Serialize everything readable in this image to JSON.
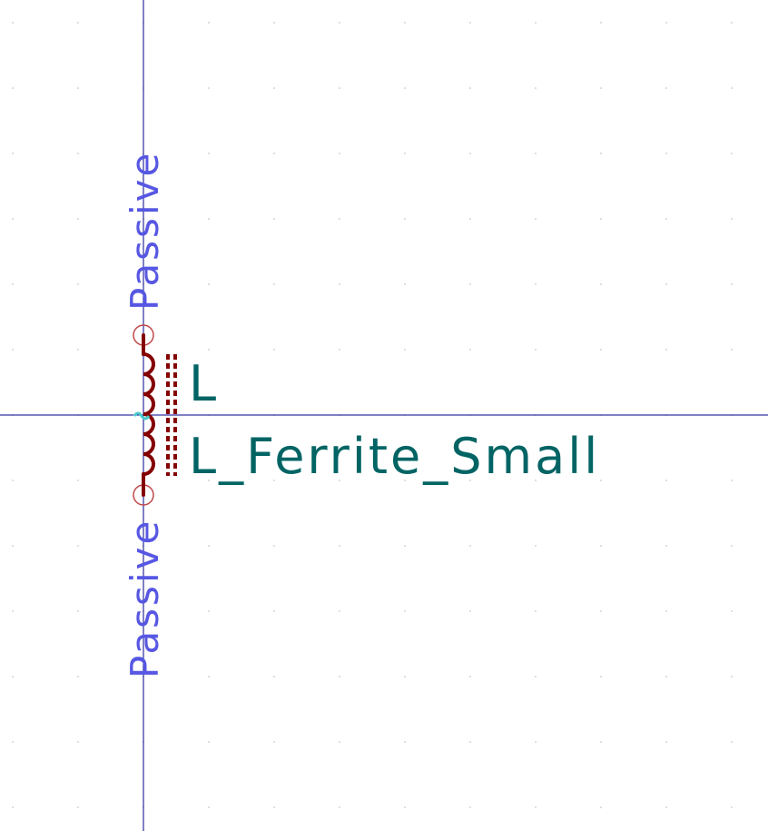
{
  "symbol": {
    "reference": "L",
    "value": "L_Ferrite_Small",
    "pins": [
      {
        "position": "top",
        "electrical_type": "Passive"
      },
      {
        "position": "bottom",
        "electrical_type": "Passive"
      }
    ]
  },
  "colors": {
    "background": "#ffffff",
    "axis": "#00008b",
    "grid_dot": "#c8c8c8",
    "body": "#840000",
    "field_text": "#006464",
    "pin_type_text": "#5757e3",
    "pin_marker": "#c04848",
    "anchor": "#48c8c8"
  }
}
